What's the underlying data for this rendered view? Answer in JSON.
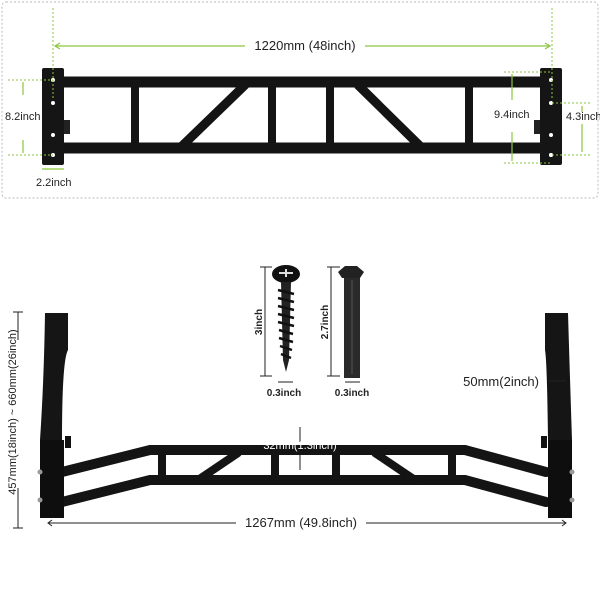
{
  "colors": {
    "dimension": "#8cc63f",
    "steel": "#1a1a1a",
    "border": "#bbbbbb"
  },
  "top_view": {
    "width_label": "1220mm (48inch)",
    "left_hole_span_label": "8.2inch",
    "plate_width_label": "2.2inch",
    "bar_height_label": "9.4inch",
    "right_hole_span_label": "4.3inch"
  },
  "front_view": {
    "height_label": "457mm(18inch) ~ 660mm(26inch)",
    "width_label": "1267mm (49.8inch)",
    "tube_diameter_label": "32mm(1.3inch)",
    "upright_width_label": "50mm(2inch)"
  },
  "hardware": {
    "screw_length_label": "3inch",
    "screw_diameter_label": "0.3inch",
    "bolt_length_label": "2.7inch",
    "bolt_diameter_label": "0.3inch"
  }
}
